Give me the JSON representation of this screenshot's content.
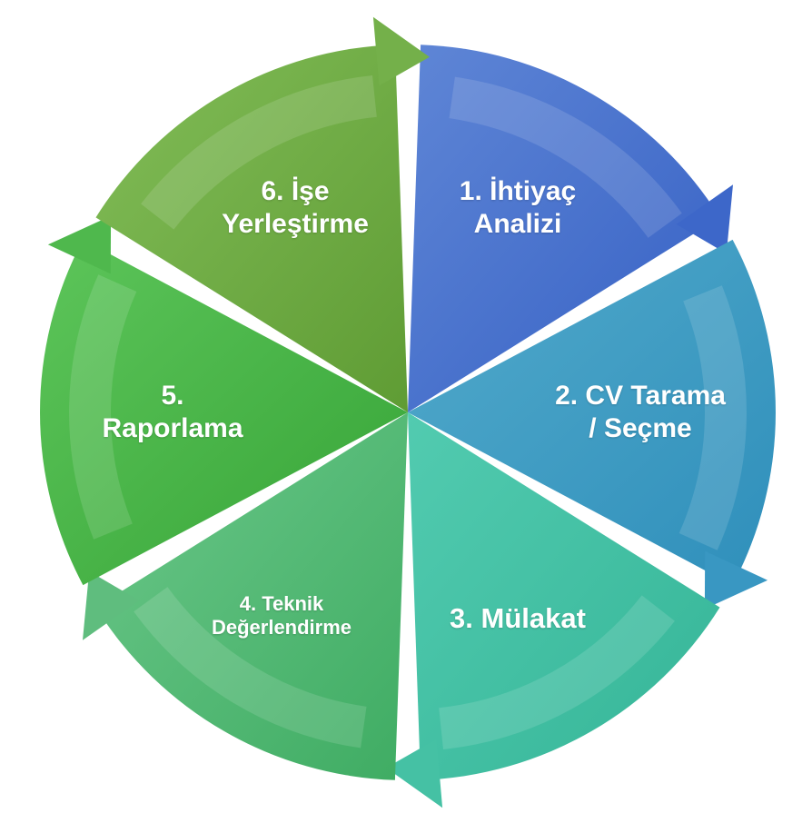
{
  "diagram": {
    "type": "cycle",
    "steps": [
      {
        "id": "1",
        "lines": [
          "1. İhtiyaç",
          "Analizi"
        ],
        "color_light": "#5f86d6",
        "color_dark": "#3560c4",
        "arrow": "#3d67c9"
      },
      {
        "id": "2",
        "lines": [
          "2. CV Tarama",
          "/ Seçme"
        ],
        "color_light": "#52aacb",
        "color_dark": "#2f8fbb",
        "arrow": "#3997c2"
      },
      {
        "id": "3",
        "lines": [
          "3. Mülakat"
        ],
        "color_light": "#52cbb0",
        "color_dark": "#35b597",
        "arrow": "#45c1a4"
      },
      {
        "id": "4",
        "lines": [
          "4. Teknik",
          "Değerlendirme"
        ],
        "color_light": "#6cc88a",
        "color_dark": "#3fac63",
        "arrow": "#5fbd7e"
      },
      {
        "id": "5",
        "lines": [
          "5.",
          "Raporlama"
        ],
        "color_light": "#5dc55a",
        "color_dark": "#36a437",
        "arrow": "#4fb84d"
      },
      {
        "id": "6",
        "lines": [
          "6. İşe",
          "Yerleştirme"
        ],
        "color_light": "#82bd58",
        "color_dark": "#5f9c34",
        "arrow": "#74b04a"
      }
    ]
  }
}
